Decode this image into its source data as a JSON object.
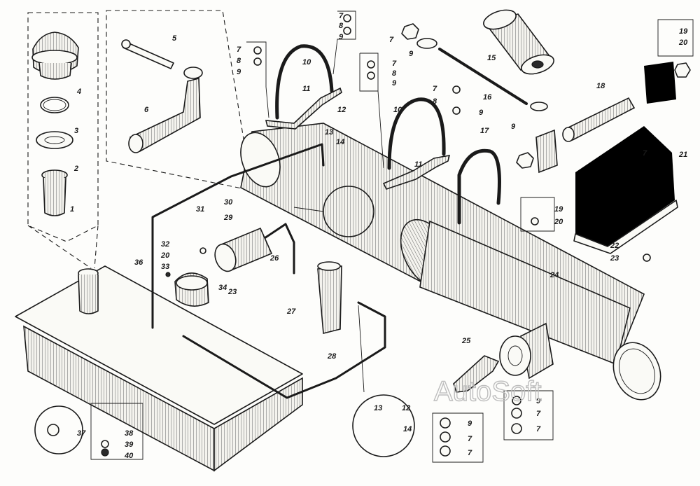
{
  "watermark": "AutoSoft",
  "callouts": [
    {
      "id": "c1",
      "text": "1"
    },
    {
      "id": "c2",
      "text": "2"
    },
    {
      "id": "c3",
      "text": "3"
    },
    {
      "id": "c4",
      "text": "4"
    },
    {
      "id": "c5",
      "text": "5"
    },
    {
      "id": "c6",
      "text": "6"
    },
    {
      "id": "c7a",
      "text": "7"
    },
    {
      "id": "c8a",
      "text": "8"
    },
    {
      "id": "c9a",
      "text": "9"
    },
    {
      "id": "c7b",
      "text": "7"
    },
    {
      "id": "c8b",
      "text": "8"
    },
    {
      "id": "c9b",
      "text": "9"
    },
    {
      "id": "c10a",
      "text": "10"
    },
    {
      "id": "c11a",
      "text": "11"
    },
    {
      "id": "c7c",
      "text": "7"
    },
    {
      "id": "c9c",
      "text": "9"
    },
    {
      "id": "c7d",
      "text": "7"
    },
    {
      "id": "c8d",
      "text": "8"
    },
    {
      "id": "c9d",
      "text": "9"
    },
    {
      "id": "c10b",
      "text": "10"
    },
    {
      "id": "c11b",
      "text": "11"
    },
    {
      "id": "c12a",
      "text": "12"
    },
    {
      "id": "c13a",
      "text": "13"
    },
    {
      "id": "c14a",
      "text": "14"
    },
    {
      "id": "c7e",
      "text": "7"
    },
    {
      "id": "c8e",
      "text": "8"
    },
    {
      "id": "c9e",
      "text": "9"
    },
    {
      "id": "c15",
      "text": "15"
    },
    {
      "id": "c16",
      "text": "16"
    },
    {
      "id": "c9f",
      "text": "9"
    },
    {
      "id": "c17",
      "text": "17"
    },
    {
      "id": "c18",
      "text": "18"
    },
    {
      "id": "c19a",
      "text": "19"
    },
    {
      "id": "c20a",
      "text": "20"
    },
    {
      "id": "c19b",
      "text": "19"
    },
    {
      "id": "c20b",
      "text": "20"
    },
    {
      "id": "c21",
      "text": "21"
    },
    {
      "id": "c7f",
      "text": "7"
    },
    {
      "id": "c22",
      "text": "22"
    },
    {
      "id": "c23a",
      "text": "23"
    },
    {
      "id": "c24",
      "text": "24"
    },
    {
      "id": "c25",
      "text": "25"
    },
    {
      "id": "c26",
      "text": "26"
    },
    {
      "id": "c27",
      "text": "27"
    },
    {
      "id": "c28",
      "text": "28"
    },
    {
      "id": "c29",
      "text": "29"
    },
    {
      "id": "c30",
      "text": "30"
    },
    {
      "id": "c31",
      "text": "31"
    },
    {
      "id": "c32",
      "text": "32"
    },
    {
      "id": "c20c",
      "text": "20"
    },
    {
      "id": "c33",
      "text": "33"
    },
    {
      "id": "c34",
      "text": "34"
    },
    {
      "id": "c23b",
      "text": "23"
    },
    {
      "id": "c36",
      "text": "36"
    },
    {
      "id": "c37",
      "text": "37"
    },
    {
      "id": "c38",
      "text": "38"
    },
    {
      "id": "c39",
      "text": "39"
    },
    {
      "id": "c40",
      "text": "40"
    },
    {
      "id": "c13b",
      "text": "13"
    },
    {
      "id": "c12b",
      "text": "12"
    },
    {
      "id": "c14b",
      "text": "14"
    },
    {
      "id": "c9g",
      "text": "9"
    },
    {
      "id": "c7g",
      "text": "7"
    },
    {
      "id": "c7h",
      "text": "7"
    },
    {
      "id": "c9h",
      "text": "9"
    },
    {
      "id": "c7i",
      "text": "7"
    },
    {
      "id": "c7j",
      "text": "7"
    }
  ]
}
